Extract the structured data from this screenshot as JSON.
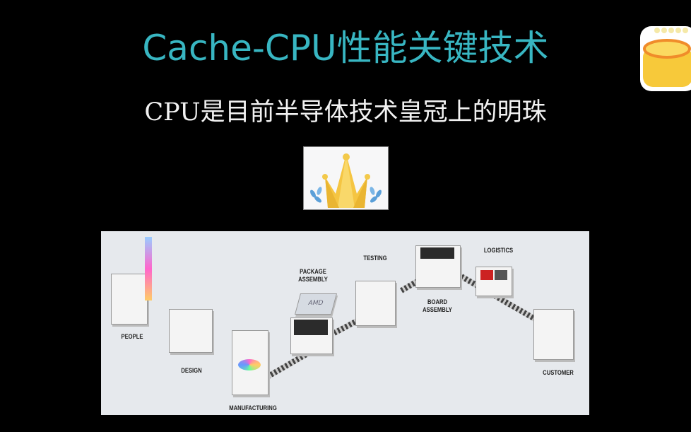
{
  "slide": {
    "title": "Cache-CPU性能关键技术",
    "subtitle": "CPU是目前半导体技术皇冠上的明珠",
    "title_color": "#38b6c2"
  },
  "images": {
    "crown": "crown-icon",
    "app_logo": "honey-jar-icon"
  },
  "diagram": {
    "stages": [
      "PEOPLE",
      "DESIGN",
      "MANUFACTURING",
      "PACKAGE ASSEMBLY",
      "TESTING",
      "BOARD ASSEMBLY",
      "LOGISTICS",
      "CUSTOMER"
    ],
    "chip_label": "AMD"
  }
}
